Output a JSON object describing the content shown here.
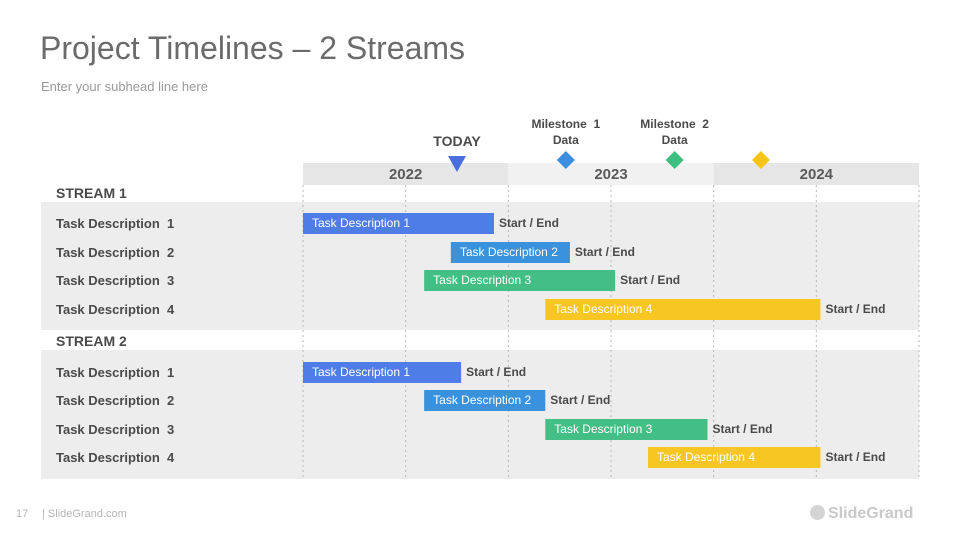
{
  "title": "Project Timelines – 2 Streams",
  "subtitle": "Enter your subhead line here",
  "footer": {
    "page_number": "17",
    "site": "| SlideGrand.com",
    "brand": "SlideGrand"
  },
  "chart_data": {
    "type": "gantt",
    "years": [
      "2022",
      "2023",
      "2024"
    ],
    "x_range": [
      2022.0,
      2025.0
    ],
    "today": {
      "label": "TODAY",
      "date": 2022.75,
      "color": "#4a6ee0"
    },
    "milestones": [
      {
        "label_line1": "Milestone  1",
        "label_line2": "Data",
        "date": 2023.28,
        "color": "#3b8ee0"
      },
      {
        "label_line1": "Milestone  2",
        "label_line2": "Data",
        "date": 2023.81,
        "color": "#3dbf80"
      },
      {
        "label_line1": "",
        "label_line2": "",
        "date": 2024.23,
        "color": "#f5c518"
      }
    ],
    "streams": [
      {
        "name": "STREAM 1",
        "tasks": [
          {
            "label": "Task Description  1",
            "bar_text": "Task Description 1",
            "end_label": "Start / End",
            "start": 2022.0,
            "end": 2022.93,
            "color": "#4f7de8"
          },
          {
            "label": "Task Description  2",
            "bar_text": "Task Description 2",
            "end_label": "Start / End",
            "start": 2022.72,
            "end": 2023.3,
            "color": "#3a92dd"
          },
          {
            "label": "Task Description  3",
            "bar_text": "Task Description 3",
            "end_label": "Start / End",
            "start": 2022.59,
            "end": 2023.52,
            "color": "#43bf85"
          },
          {
            "label": "Task Description  4",
            "bar_text": "Task Description 4",
            "end_label": "Start / End",
            "start": 2023.18,
            "end": 2024.52,
            "color": "#f7c623"
          }
        ]
      },
      {
        "name": "STREAM 2",
        "tasks": [
          {
            "label": "Task Description  1",
            "bar_text": "Task Description 1",
            "end_label": "Start / End",
            "start": 2022.0,
            "end": 2022.77,
            "color": "#4f7de8"
          },
          {
            "label": "Task Description  2",
            "bar_text": "Task Description 2",
            "end_label": "Start / End",
            "start": 2022.59,
            "end": 2023.18,
            "color": "#3a92dd"
          },
          {
            "label": "Task Description  3",
            "bar_text": "Task Description 3",
            "end_label": "Start / End",
            "start": 2023.18,
            "end": 2023.97,
            "color": "#43bf85"
          },
          {
            "label": "Task Description  4",
            "bar_text": "Task Description 4",
            "end_label": "Start / End",
            "start": 2023.68,
            "end": 2024.52,
            "color": "#f7c623"
          }
        ]
      }
    ]
  }
}
